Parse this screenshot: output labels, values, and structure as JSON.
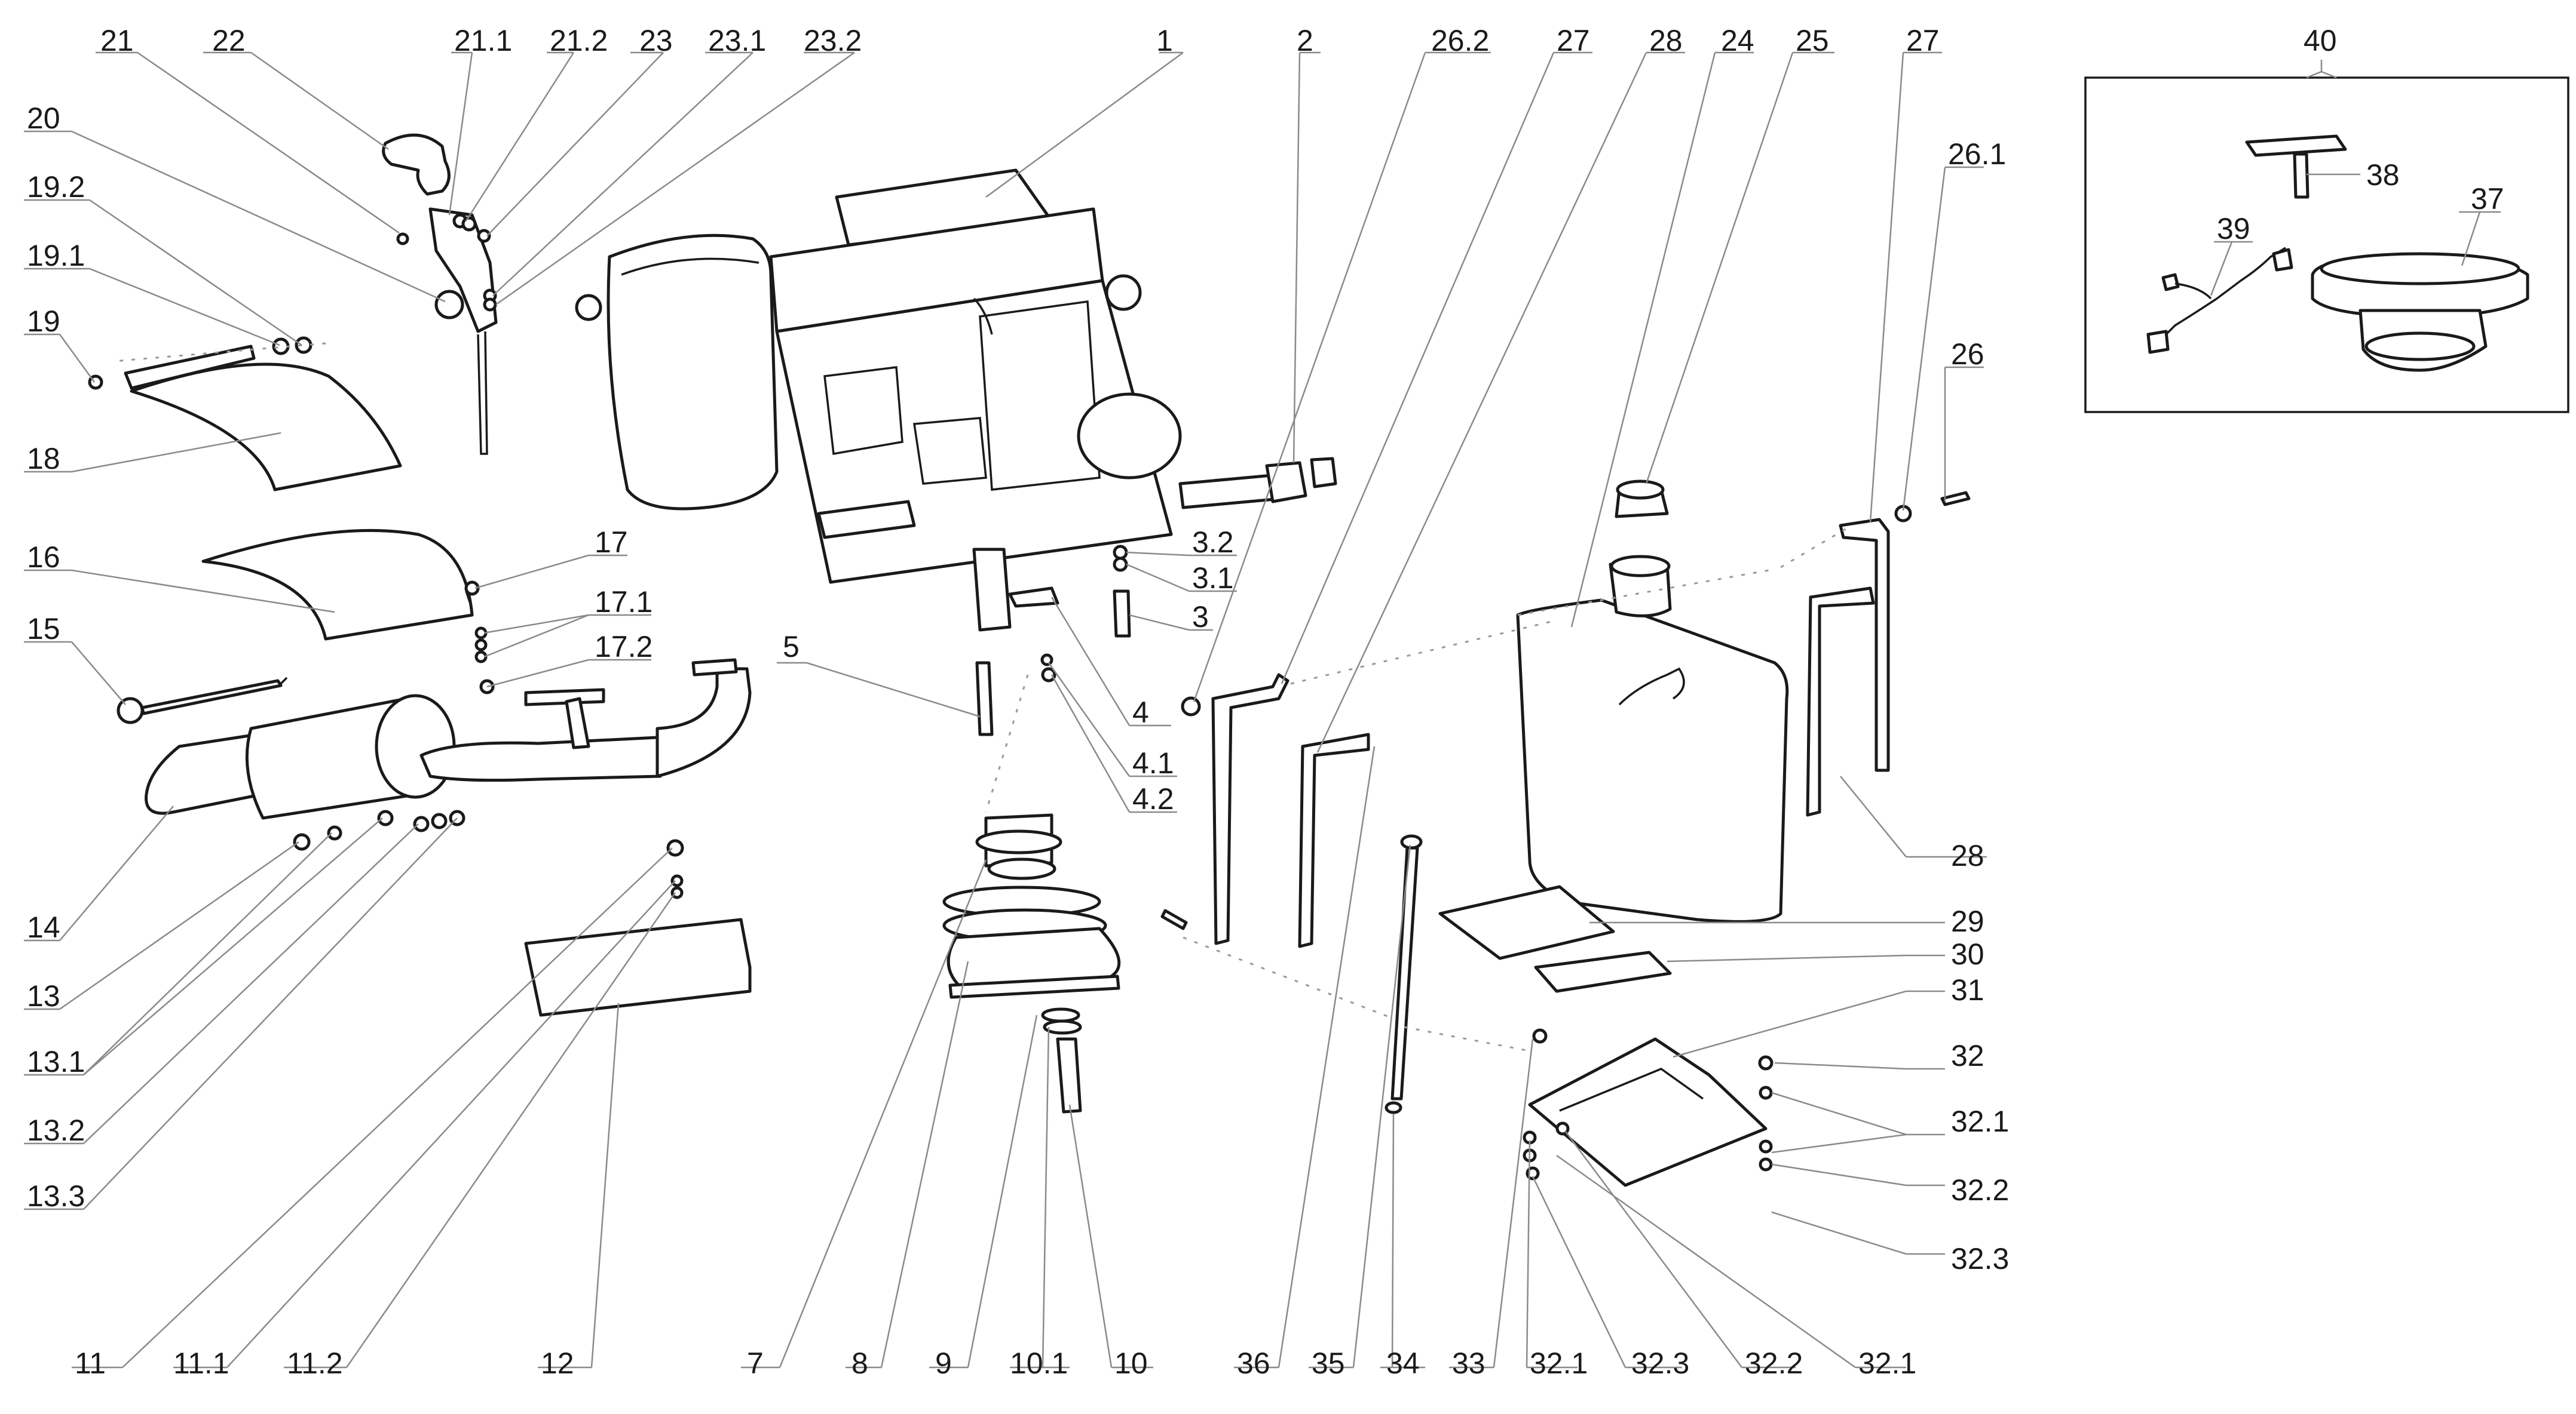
{
  "title": "",
  "labels": {
    "l21": "21",
    "l22": "22",
    "l21_1": "21.1",
    "l21_2": "21.2",
    "l23": "23",
    "l23_1": "23.1",
    "l23_2": "23.2",
    "l1": "1",
    "l2": "2",
    "l26_2": "26.2",
    "l27a": "27",
    "l28a": "28",
    "l24": "24",
    "l25": "25",
    "l27b": "27",
    "l40": "40",
    "l38": "38",
    "l37": "37",
    "l39": "39",
    "l20": "20",
    "l19_2": "19.2",
    "l19_1": "19.1",
    "l19": "19",
    "l18": "18",
    "l26_1": "26.1",
    "l26": "26",
    "l16": "16",
    "l17": "17",
    "l17_1": "17.1",
    "l17_2": "17.2",
    "l15": "15",
    "l3_2": "3.2",
    "l3_1": "3.1",
    "l3": "3",
    "l5": "5",
    "l4": "4",
    "l4_1": "4.1",
    "l4_2": "4.2",
    "l14": "14",
    "l13": "13",
    "l13_1": "13.1",
    "l13_2": "13.2",
    "l13_3": "13.3",
    "l28b": "28",
    "l29": "29",
    "l30": "30",
    "l31": "31",
    "l32": "32",
    "l32_1a": "32.1",
    "l32_2a": "32.2",
    "l32_3a": "32.3",
    "b11": "11",
    "b11_1": "11.1",
    "b11_2": "11.2",
    "b12": "12",
    "b7": "7",
    "b8": "8",
    "b9": "9",
    "b10_1": "10.1",
    "b10": "10",
    "b36": "36",
    "b35": "35",
    "b34": "34",
    "b33": "33",
    "b32_1": "32.1",
    "b32_3": "32.3",
    "b32_2": "32.2",
    "b32_1b": "32.1"
  },
  "colors": {
    "ink": "#1a1a1a",
    "leader": "#8a8a8a",
    "background": "#ffffff"
  }
}
